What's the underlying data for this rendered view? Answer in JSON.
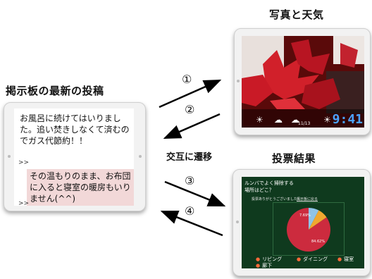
{
  "headings": {
    "photo": "写真と天気",
    "board": "掲示板の最新の投稿",
    "vote": "投票結果",
    "alternate": "交互に遷移"
  },
  "steps": [
    "①",
    "②",
    "③",
    "④"
  ],
  "board": {
    "post1": "お風呂に続けてはいりました。追い焚きしなくて済むのでガス代節約！！",
    "marker": ">>",
    "post2": "その温もりのまま、お布団に入ると寝室の暖房もいりません(^^)"
  },
  "photo": {
    "weather": [
      {
        "icon": "sun-cloud-icon",
        "symbol": "☀",
        "date": ""
      },
      {
        "icon": "cloud-icon",
        "symbol": "☁",
        "date": ""
      },
      {
        "icon": "cloud-icon",
        "symbol": "☁",
        "date": "11/13"
      },
      {
        "icon": "sun-icon",
        "symbol": "☀",
        "date": ""
      }
    ],
    "clock": "9:41"
  },
  "vote": {
    "question_line1": "ルンバでよく掃除する",
    "question_line2": "場所はどこ？",
    "thanks": "投票ありがとうございました！",
    "back_link": "掲示板に戻る",
    "legend": [
      "リビング",
      "ダイニング",
      "寝室",
      "廊下"
    ]
  },
  "chart_data": {
    "type": "pie",
    "categories": [
      "リビング",
      "ダイニング",
      "寝室",
      "廊下"
    ],
    "values": [
      84.62,
      7.69,
      0,
      7.69
    ],
    "labels_shown": [
      "84.62%",
      "7.69%"
    ],
    "colors": [
      "#cc2b3e",
      "#8fc3e8",
      "#c8c8c8",
      "#f0a830"
    ]
  }
}
